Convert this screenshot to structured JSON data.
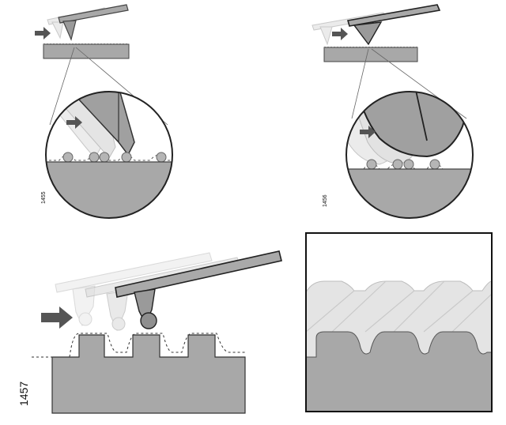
{
  "panels": [
    {
      "id": "tl",
      "figure_number": "1455"
    },
    {
      "id": "tr",
      "figure_number": "1456"
    },
    {
      "id": "bl",
      "figure_number": "1457"
    },
    {
      "id": "br",
      "figure_number": ""
    }
  ],
  "colors": {
    "tip_gray": "#9a9a9a",
    "tip_light": "#dedede",
    "sample_gray": "#a8a8a8",
    "dark": "#222222",
    "arrow": "#444444"
  },
  "icons": {
    "motion_arrow": "right-arrow-icon"
  }
}
